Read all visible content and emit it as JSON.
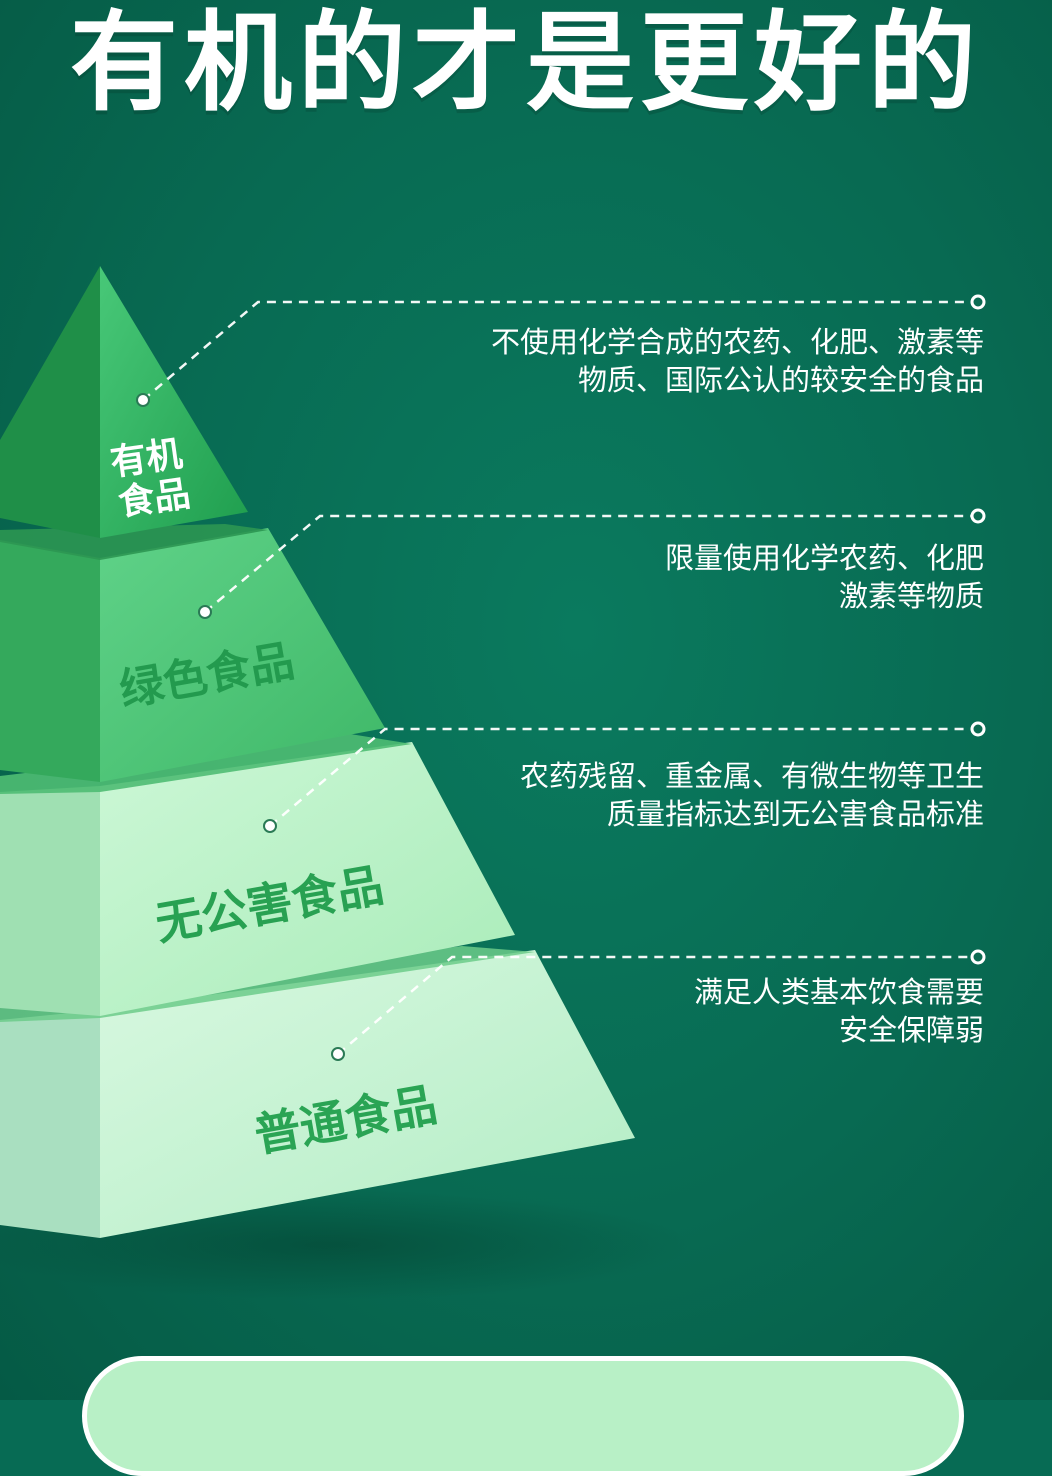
{
  "page": {
    "title": "有机的才是更好的"
  },
  "tiers": [
    {
      "name": "有机",
      "name2": "食品",
      "desc_line1": "不使用化学合成的农药、化肥、激素等",
      "desc_line2": "物质、国际公认的较安全的食品"
    },
    {
      "name": "绿色食品",
      "desc_line1": "限量使用化学农药、化肥",
      "desc_line2": "激素等物质"
    },
    {
      "name": "无公害食品",
      "desc_line1": "农药残留、重金属、有微生物等卫生",
      "desc_line2": "质量指标达到无公害食品标准"
    },
    {
      "name": "普通食品",
      "desc_line1": "满足人类基本饮食需要",
      "desc_line2": "安全保障弱"
    }
  ],
  "colors": {
    "background": "#076b54",
    "tier_top": "#2fb25f",
    "tier_green": "#4cc474",
    "tier_pollution_free": "#bdf3c8",
    "tier_ordinary": "#ccf5d6",
    "label_text": "#1f9a4a"
  }
}
